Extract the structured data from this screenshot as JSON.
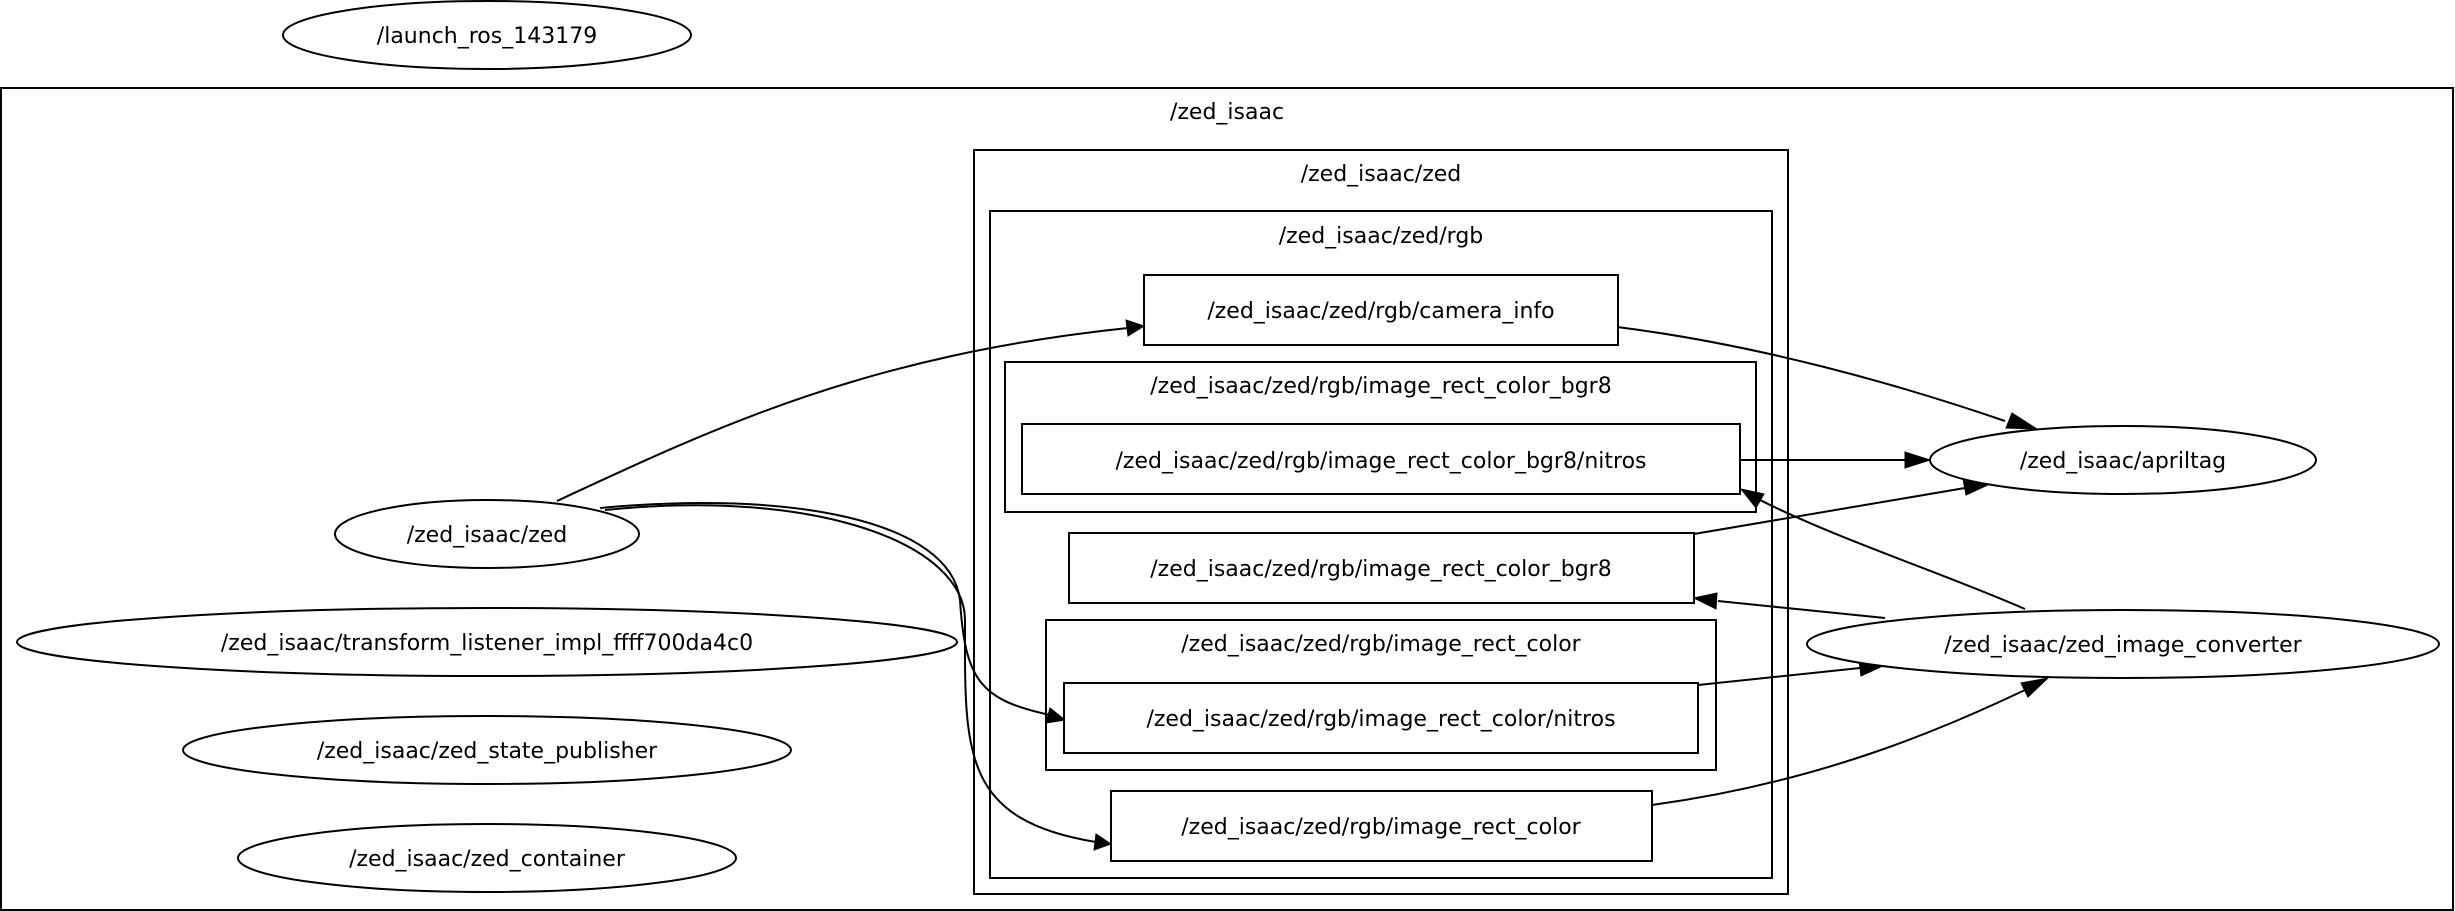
{
  "clusters": {
    "zed_isaac": "/zed_isaac",
    "zed": "/zed_isaac/zed",
    "rgb": "/zed_isaac/zed/rgb",
    "bgr8_ns": "/zed_isaac/zed/rgb/image_rect_color_bgr8",
    "color_ns": "/zed_isaac/zed/rgb/image_rect_color"
  },
  "nodes": {
    "launch": "/launch_ros_143179",
    "zed_node": "/zed_isaac/zed",
    "transform_listener": "/zed_isaac/transform_listener_impl_ffff700da4c0",
    "state_publisher": "/zed_isaac/zed_state_publisher",
    "container": "/zed_isaac/zed_container",
    "apriltag": "/zed_isaac/apriltag",
    "image_converter": "/zed_isaac/zed_image_converter"
  },
  "topics": {
    "camera_info": "/zed_isaac/zed/rgb/camera_info",
    "bgr8_nitros": "/zed_isaac/zed/rgb/image_rect_color_bgr8/nitros",
    "bgr8": "/zed_isaac/zed/rgb/image_rect_color_bgr8",
    "color_nitros": "/zed_isaac/zed/rgb/image_rect_color/nitros",
    "color": "/zed_isaac/zed/rgb/image_rect_color"
  },
  "edges": [
    {
      "from": "/zed_isaac/zed",
      "to": "/zed_isaac/zed/rgb/camera_info"
    },
    {
      "from": "/zed_isaac/zed",
      "to": "/zed_isaac/zed/rgb/image_rect_color/nitros"
    },
    {
      "from": "/zed_isaac/zed",
      "to": "/zed_isaac/zed/rgb/image_rect_color"
    },
    {
      "from": "/zed_isaac/zed/rgb/camera_info",
      "to": "/zed_isaac/apriltag"
    },
    {
      "from": "/zed_isaac/zed/rgb/image_rect_color_bgr8/nitros",
      "to": "/zed_isaac/apriltag"
    },
    {
      "from": "/zed_isaac/zed/rgb/image_rect_color_bgr8",
      "to": "/zed_isaac/apriltag"
    },
    {
      "from": "/zed_isaac/zed_image_converter",
      "to": "/zed_isaac/zed/rgb/image_rect_color_bgr8/nitros"
    },
    {
      "from": "/zed_isaac/zed_image_converter",
      "to": "/zed_isaac/zed/rgb/image_rect_color_bgr8"
    },
    {
      "from": "/zed_isaac/zed/rgb/image_rect_color/nitros",
      "to": "/zed_isaac/zed_image_converter"
    },
    {
      "from": "/zed_isaac/zed/rgb/image_rect_color",
      "to": "/zed_isaac/zed_image_converter"
    }
  ]
}
